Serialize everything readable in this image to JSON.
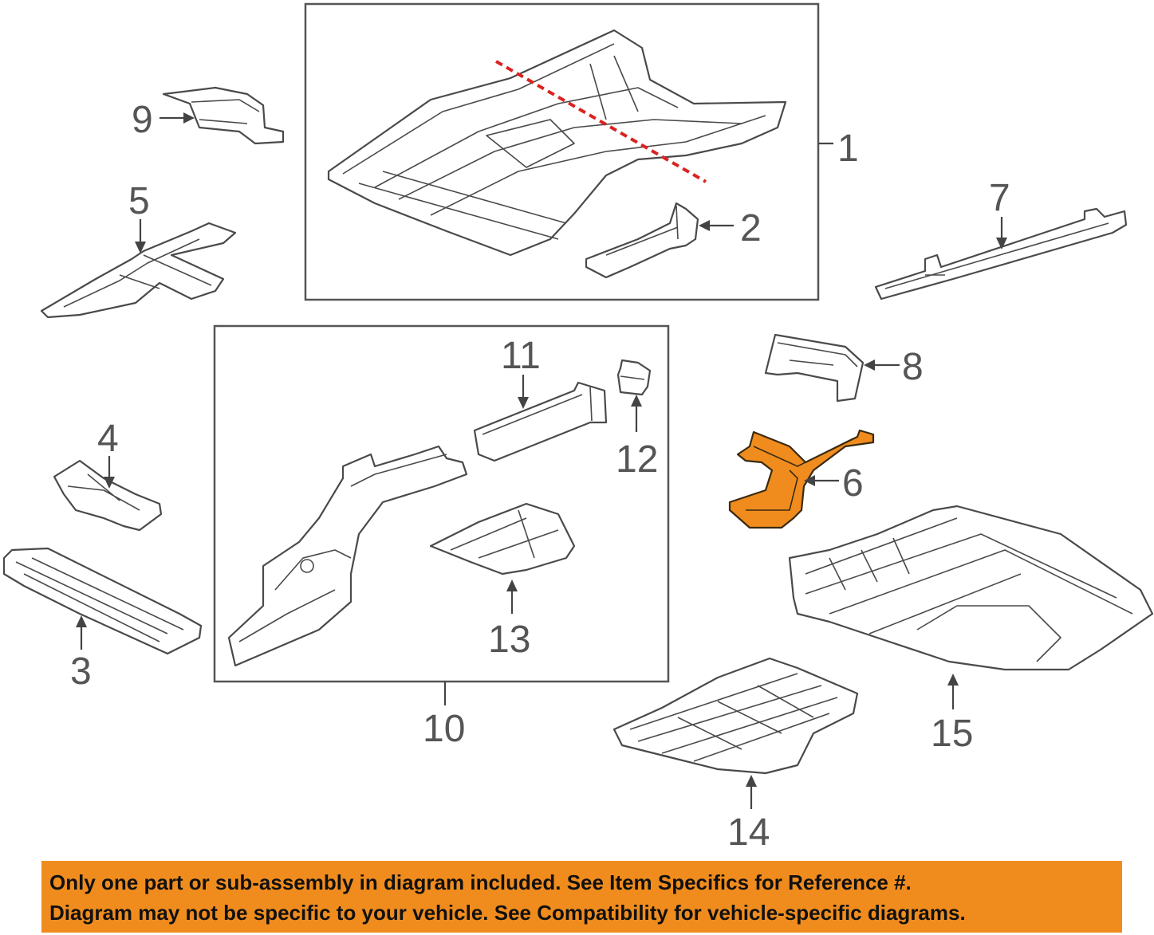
{
  "callouts": {
    "c1": "1",
    "c2": "2",
    "c3": "3",
    "c4": "4",
    "c5": "5",
    "c6": "6",
    "c7": "7",
    "c8": "8",
    "c9": "9",
    "c10": "10",
    "c11": "11",
    "c12": "12",
    "c13": "13",
    "c14": "14",
    "c15": "15"
  },
  "highlighted_part": "6",
  "colors": {
    "highlight": "#f08c1e",
    "cut_line": "#d9231f",
    "line_art": "#4a4a4a"
  },
  "banner": {
    "line1": "Only one part or sub-assembly in diagram included. See Item Specifics for Reference #.",
    "line2": "Diagram may not be specific to your vehicle. See Compatibility for vehicle-specific diagrams."
  }
}
